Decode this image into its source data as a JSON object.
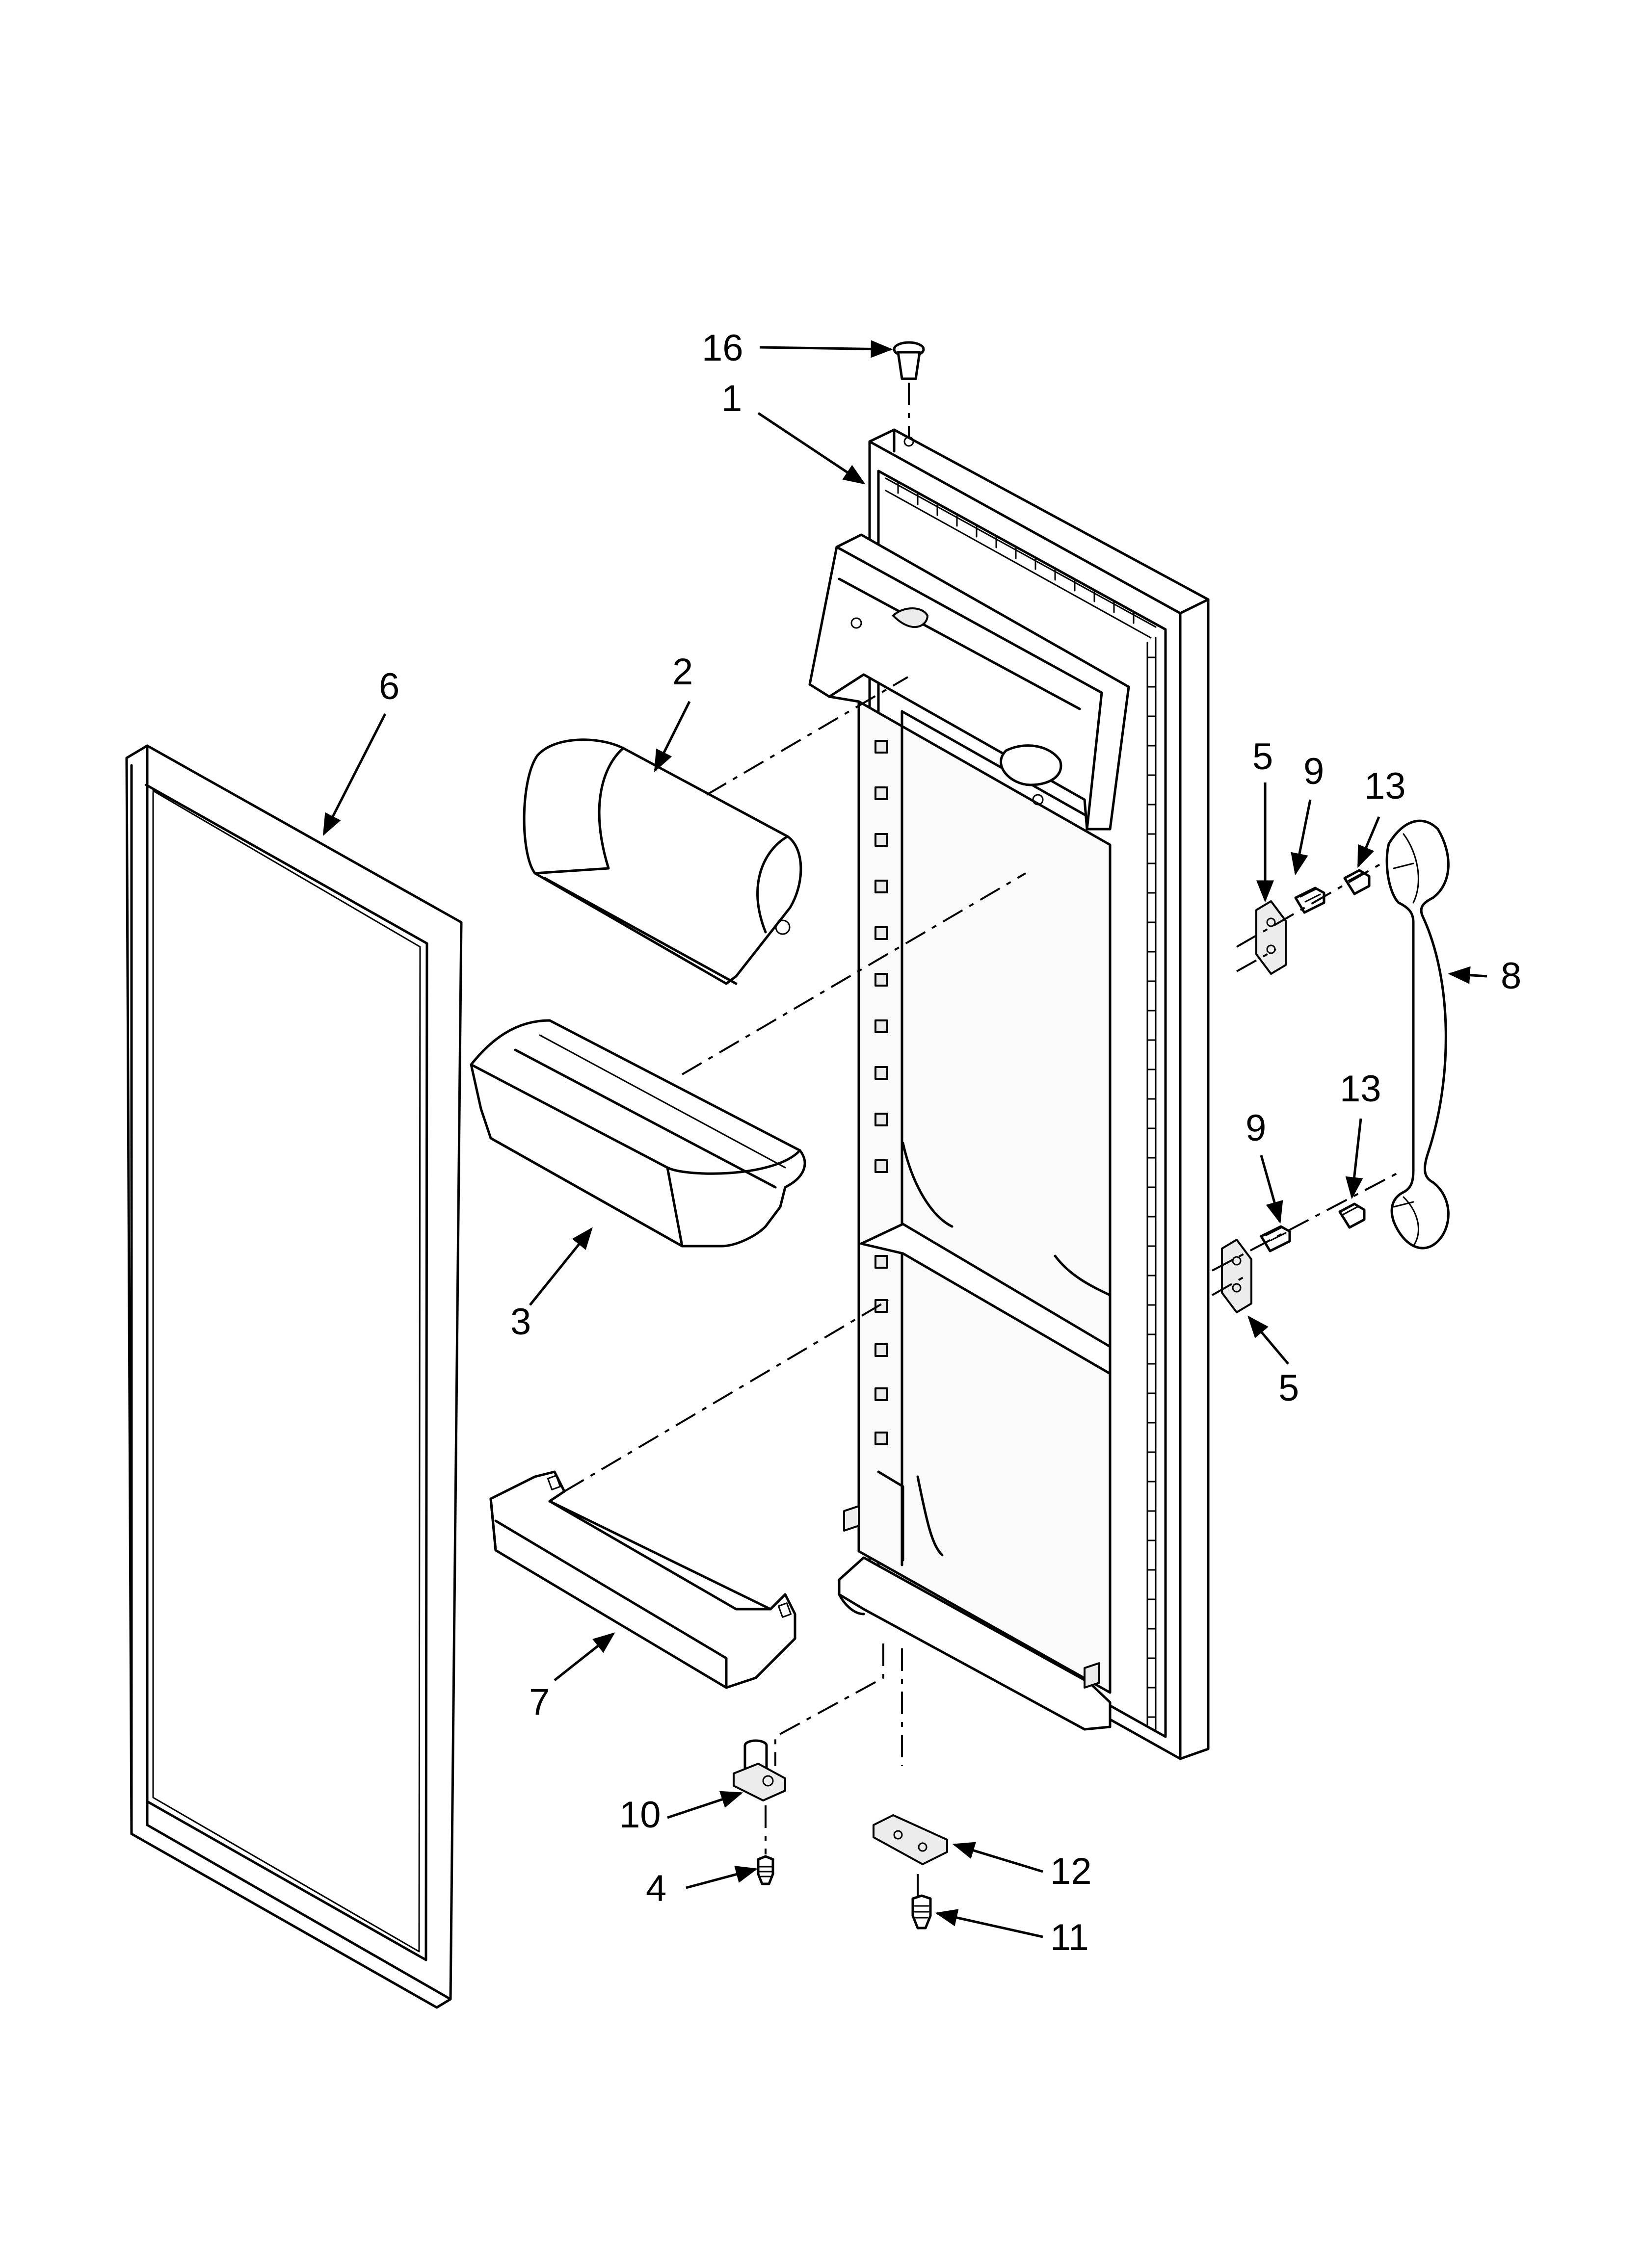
{
  "callouts": {
    "c1": "1",
    "c2": "2",
    "c3": "3",
    "c4": "4",
    "c5a": "5",
    "c5b": "5",
    "c6": "6",
    "c7": "7",
    "c8": "8",
    "c9a": "9",
    "c9b": "9",
    "c10": "10",
    "c11": "11",
    "c12": "12",
    "c13a": "13",
    "c13b": "13",
    "c16": "16"
  }
}
